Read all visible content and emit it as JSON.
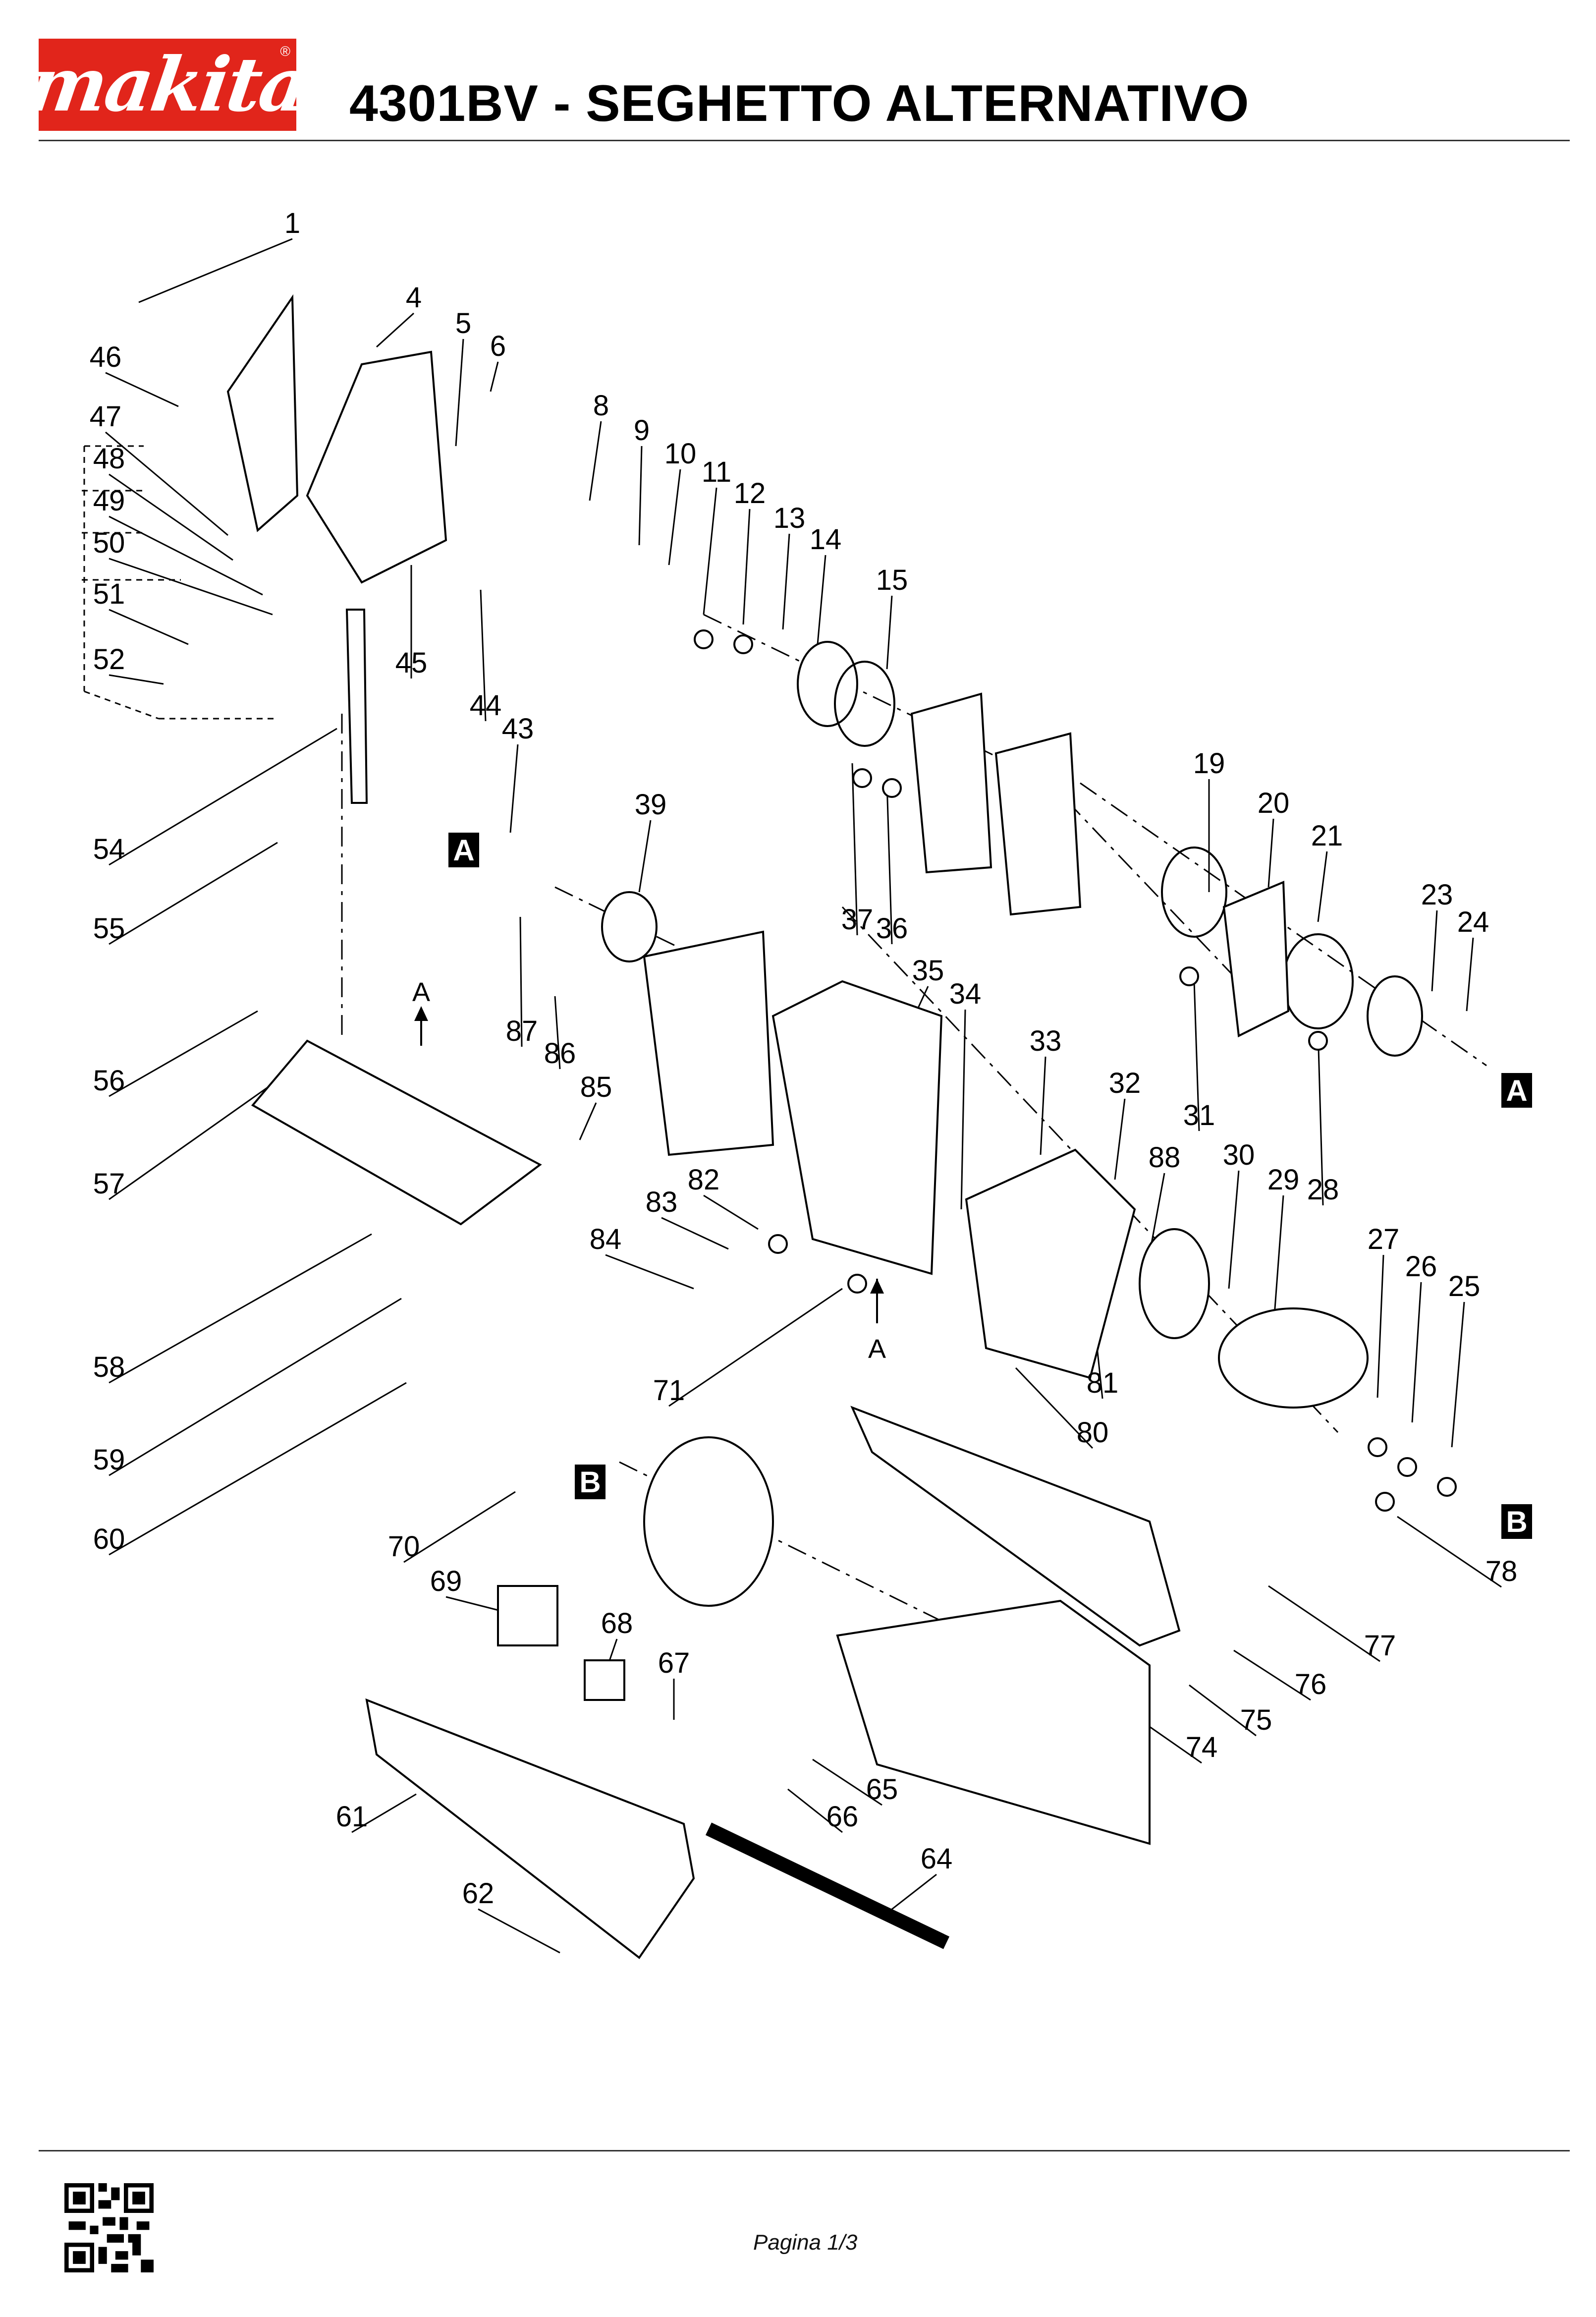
{
  "header": {
    "brand": "makita",
    "title": "4301BV - SEGHETTO ALTERNATIVO"
  },
  "footer": {
    "page": "Pagina 1/3"
  },
  "diagram": {
    "section_marks": [
      "A",
      "A",
      "B",
      "B"
    ],
    "arrow_marks": [
      "A",
      "A"
    ],
    "callouts": [
      "1",
      "4",
      "5",
      "6",
      "8",
      "9",
      "10",
      "11",
      "12",
      "13",
      "14",
      "15",
      "19",
      "20",
      "21",
      "23",
      "24",
      "25",
      "26",
      "27",
      "28",
      "29",
      "30",
      "31",
      "32",
      "33",
      "34",
      "35",
      "36",
      "37",
      "39",
      "43",
      "44",
      "45",
      "46",
      "47",
      "48",
      "49",
      "50",
      "51",
      "52",
      "54",
      "55",
      "56",
      "57",
      "58",
      "59",
      "60",
      "61",
      "62",
      "64",
      "65",
      "66",
      "67",
      "68",
      "69",
      "70",
      "71",
      "74",
      "75",
      "76",
      "77",
      "78",
      "80",
      "81",
      "82",
      "83",
      "84",
      "85",
      "86",
      "87",
      "88"
    ]
  }
}
